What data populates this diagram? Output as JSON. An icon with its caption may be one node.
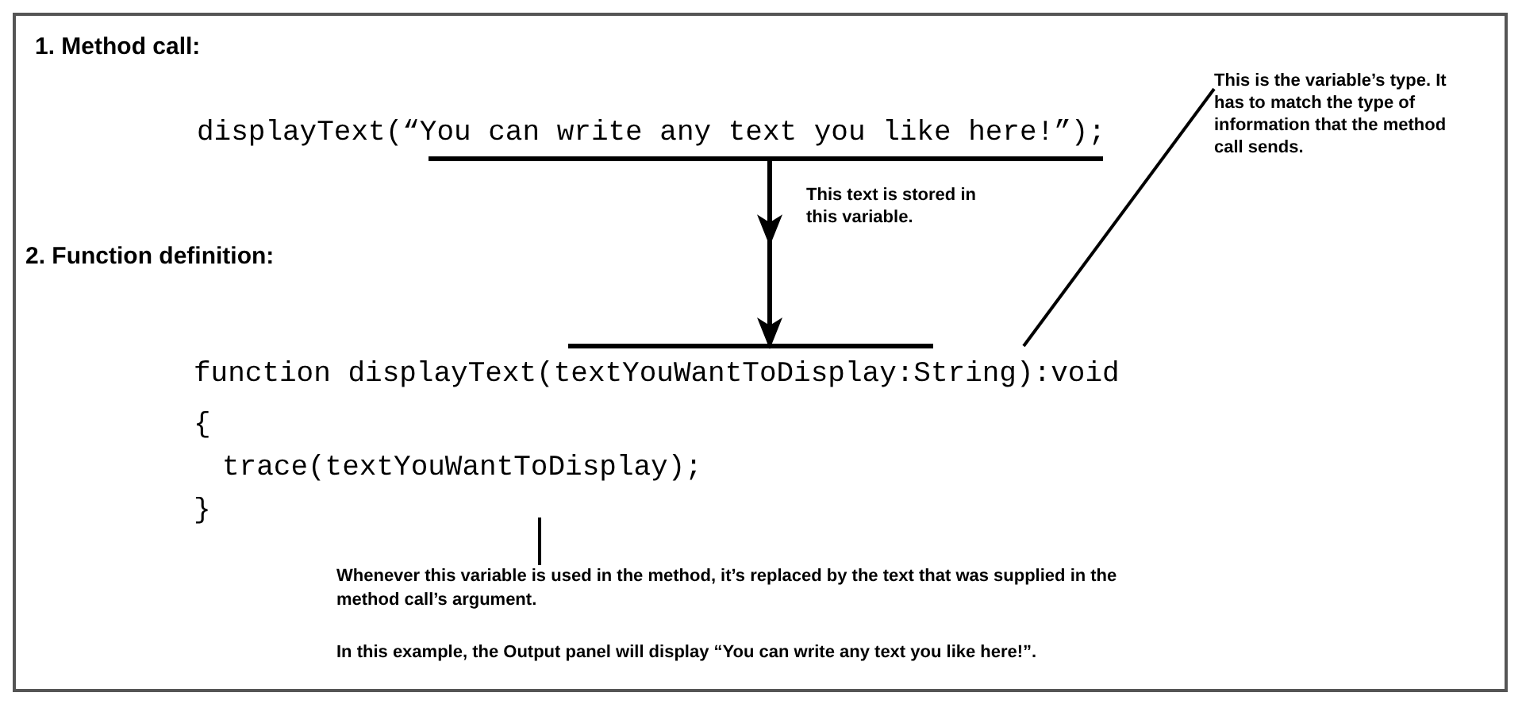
{
  "diagram": {
    "nodes": [
      {
        "text": [
          "displayText(“You can write any text you like here!”);"
        ]
      },
      {
        "text": [
          "function displayText(textYouWantToDisplay:String):void"
        ]
      },
      {
        "text": [
          "This is the variable’s type. It has to match the type of information that the method call sends."
        ]
      },
      {
        "text": [
          "Whenever this variable is used in the method, it’s replaced by the text that was supplied in the method call’s argument."
        ]
      }
    ],
    "edges": [
      {
        "from": 0,
        "to": 1,
        "arrow": "to"
      },
      {
        "from": 2,
        "to": 1,
        "arrow": "none"
      },
      {
        "from": 3,
        "to": null,
        "arrow": "none"
      }
    ],
    "labels": [
      "1. Method call:",
      "This text is stored in this variable.",
      "2. Function definition:",
      "{",
      "trace(textYouWantToDisplay);",
      "}",
      "In this example, the Output panel will display “You can write any text you like here!”."
    ]
  }
}
